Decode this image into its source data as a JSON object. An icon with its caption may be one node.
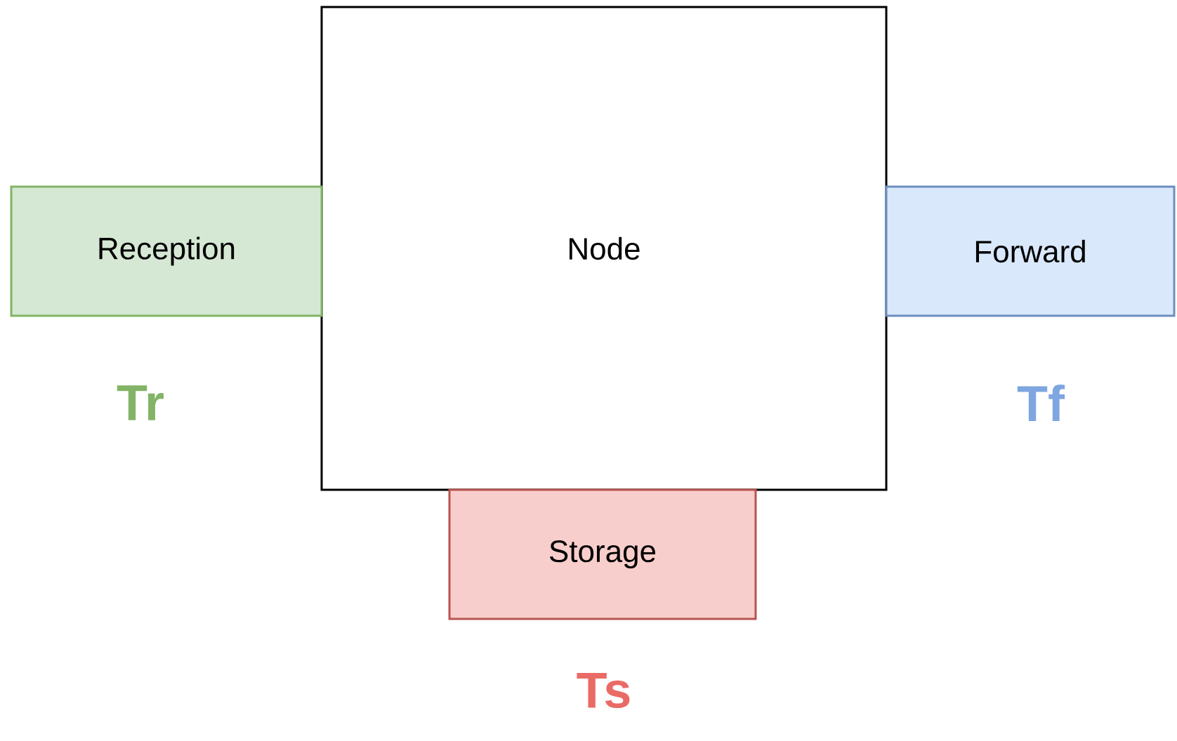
{
  "diagram": {
    "nodes": [
      {
        "text": [
          "Node"
        ]
      },
      {
        "text": [
          "Reception"
        ],
        "beside": [
          "Tr"
        ]
      },
      {
        "text": [
          "Forward"
        ],
        "beside": [
          "Tf"
        ]
      },
      {
        "text": [
          "Storage"
        ],
        "beside": [
          "Ts"
        ]
      }
    ]
  }
}
